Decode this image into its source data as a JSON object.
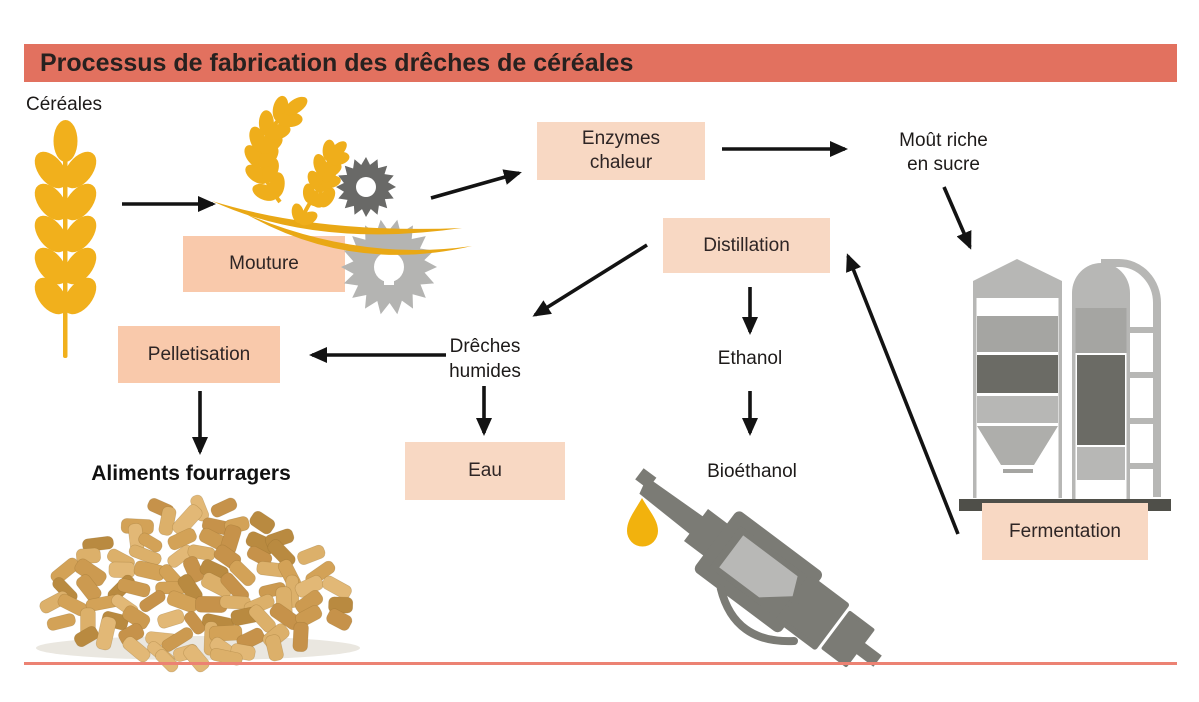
{
  "header": {
    "title": "Processus de fabrication des drêches de céréales"
  },
  "nodes": {
    "cereales": {
      "label": "Céréales"
    },
    "mouture": {
      "label": "Mouture"
    },
    "enzymes": {
      "line1": "Enzymes",
      "line2": "chaleur"
    },
    "mout_sucre": {
      "line1": "Moût riche",
      "line2": "en sucre"
    },
    "fermentation": {
      "label": "Fermentation"
    },
    "distillation": {
      "label": "Distillation"
    },
    "ethanol": {
      "label": "Ethanol"
    },
    "bioethanol": {
      "label": "Bioéthanol"
    },
    "dreches_humides": {
      "line1": "Drêches",
      "line2": "humides"
    },
    "eau": {
      "label": "Eau"
    },
    "pelletisation": {
      "label": "Pelletisation"
    },
    "aliments_fourragers": {
      "label": "Aliments fourragers"
    }
  },
  "icons": {
    "wheat": "wheat-ear-icon",
    "mill": "mill-saw-gears-icon",
    "tanks": "fermentation-tanks-icon",
    "nozzle": "fuel-nozzle-icon",
    "droplet": "fuel-droplet-icon",
    "pellets": "feed-pellets-image"
  },
  "colors": {
    "accent_bar": "#e2715f",
    "box_fill": "#f8d8c3",
    "box_fill_deep": "#f9c9ab",
    "wheat_gold": "#efae1b",
    "swoosh_gold": "#e9a815",
    "gear_dark": "#696967",
    "gear_light": "#b4b4b2",
    "tank_light": "#b7b7b5",
    "tank_mid": "#a5a5a2",
    "tank_dark": "#6b6b65",
    "tank_base": "#4f4f49",
    "nozzle_gray": "#7b7b75",
    "nozzle_window": "#b8b8b6",
    "arrow_black": "#131313",
    "bottom_line": "#ec8273",
    "pellet_tan": "#d3a257"
  }
}
